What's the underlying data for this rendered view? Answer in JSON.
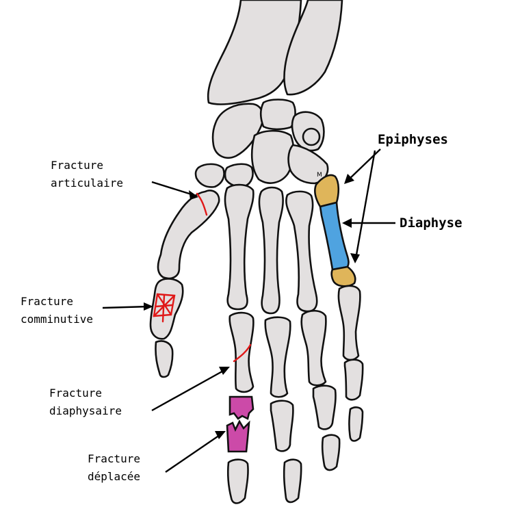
{
  "labels": {
    "articular": {
      "line1": "Fracture",
      "line2": "articulaire"
    },
    "comminutive": {
      "line1": "Fracture",
      "line2": "comminutive"
    },
    "diaphyseal": {
      "line1": "Fracture",
      "line2": "diaphysaire"
    },
    "displaced": {
      "line1": "Fracture",
      "line2": "déplacée"
    },
    "epiphyses": "Epiphyses",
    "diaphysis": "Diaphyse",
    "bone_mark": "M"
  },
  "colors": {
    "bone": "#e3e0e0",
    "outline": "#111111",
    "epiphysis": "#dfb55a",
    "diaphysis": "#4fa3e0",
    "fracture_line": "#e01818",
    "displaced_fragment": "#cc4aa8"
  }
}
